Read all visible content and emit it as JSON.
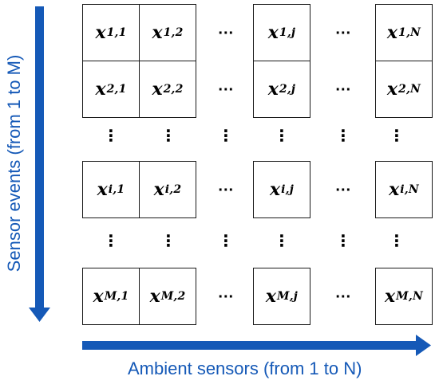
{
  "axes": {
    "vertical_label": "Sensor events (from 1 to M)",
    "horizontal_label": "Ambient sensors (from 1 to N)",
    "color": "#1559b7"
  },
  "matrix": {
    "rows": [
      {
        "name": "1",
        "cells": [
          {
            "base": "x",
            "sub": "1,1"
          },
          {
            "base": "x",
            "sub": "1,2"
          },
          {
            "base": "x",
            "sub": "1,j"
          },
          {
            "base": "x",
            "sub": "1,N"
          }
        ]
      },
      {
        "name": "2",
        "cells": [
          {
            "base": "x",
            "sub": "2,1"
          },
          {
            "base": "x",
            "sub": "2,2"
          },
          {
            "base": "x",
            "sub": "2,j"
          },
          {
            "base": "x",
            "sub": "2,N"
          }
        ]
      },
      {
        "name": "i",
        "cells": [
          {
            "base": "x",
            "sub": "i,1"
          },
          {
            "base": "x",
            "sub": "i,2"
          },
          {
            "base": "x",
            "sub": "i,j"
          },
          {
            "base": "x",
            "sub": "i,N"
          }
        ]
      },
      {
        "name": "M",
        "cells": [
          {
            "base": "x",
            "sub": "M,1"
          },
          {
            "base": "x",
            "sub": "M,2"
          },
          {
            "base": "x",
            "sub": "M,j"
          },
          {
            "base": "x",
            "sub": "M,N"
          }
        ]
      }
    ],
    "horizontal_ellipsis": "···",
    "vertical_ellipsis": "⋮"
  }
}
